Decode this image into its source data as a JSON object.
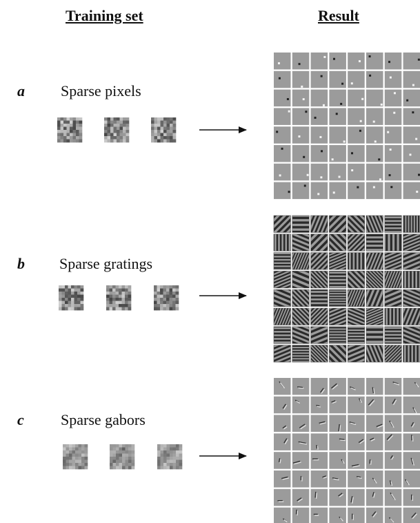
{
  "headers": {
    "training": "Training set",
    "result": "Result"
  },
  "rows": [
    {
      "letter": "a",
      "title": "Sparse pixels",
      "kind": "pixels"
    },
    {
      "letter": "b",
      "title": "Sparse gratings",
      "kind": "gratings"
    },
    {
      "letter": "c",
      "title": "Sparse gabors",
      "kind": "gabors"
    }
  ],
  "result_grid": {
    "rows": 8,
    "cols": 8
  },
  "training_samples_per_row": 3,
  "colors": {
    "background": "#ffffff",
    "tile_gray": "#9a9a9a",
    "text": "#111111"
  }
}
